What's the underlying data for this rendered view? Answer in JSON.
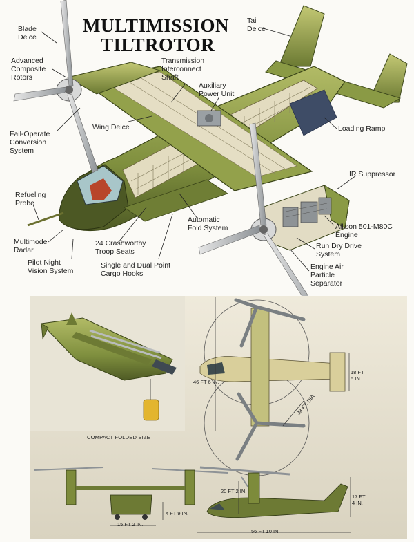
{
  "title": {
    "line1": "MULTIMISSION",
    "line2": "TILTROTOR"
  },
  "callouts": {
    "blade_deice": "Blade\nDeice",
    "advanced_composite_rotors": "Advanced\nComposite\nRotors",
    "fail_operate": "Fail-Operate\nConversion\nSystem",
    "refueling_probe": "Refueling\nProbe",
    "multimode_radar": "Multimode\nRadar",
    "pilot_night_vision": "Pilot Night\nVision System",
    "crashworthy_seats": "24 Crashworthy\nTroop Seats",
    "cargo_hooks": "Single and Dual Point\nCargo Hooks",
    "automatic_fold": "Automatic\nFold System",
    "wing_deice": "Wing Deice",
    "transmission_shaft": "Transmission\nInterconnect\nShaft",
    "auxiliary_power": "Auxiliary\nPower Unit",
    "tail_deice": "Tail\nDeice",
    "loading_ramp": "Loading Ramp",
    "ir_suppressor": "IR Suppressor",
    "allison_engine": "Allison 501-M80C\nEngine",
    "run_dry_drive": "Run Dry Drive\nSystem",
    "engine_air_separator": "Engine Air\nParticle\nSeparator"
  },
  "drawings": {
    "compact_folded_caption": "COMPACT FOLDED SIZE",
    "dimensions": {
      "rotor_dia": "38 FT. DIA.",
      "span_overall": "46 FT 6 IN.",
      "tail_span": "18 FT\n5 IN.",
      "rotor_height": "20 FT 2 IN.",
      "overall_height": "17 FT\n4 IN.",
      "gear_height": "4 FT 9 IN.",
      "track": "15 FT 2 IN.",
      "length": "56 FT 10 IN."
    }
  },
  "colors": {
    "olive": "#8a9a45",
    "olive_light": "#b9c06a",
    "olive_dark": "#5d6b2c",
    "tan": "#d9cf9b",
    "panel_bg": "#e7e2d2",
    "canopy": "#a84a2c",
    "glass": "#9cc1c7",
    "metal": "#9aa0a4"
  }
}
